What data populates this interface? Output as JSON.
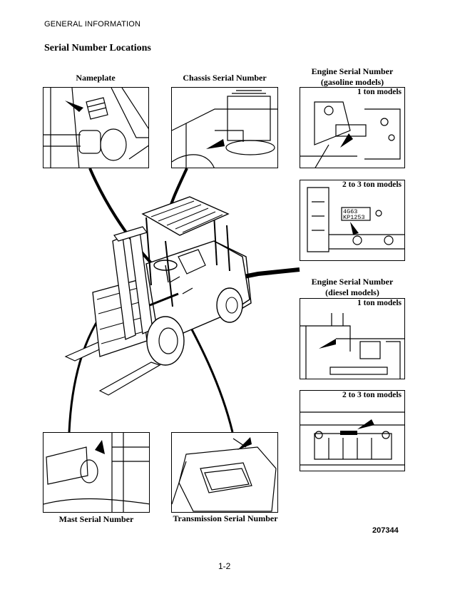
{
  "header": "GENERAL INFORMATION",
  "title": "Serial Number Locations",
  "labels": {
    "nameplate": "Nameplate",
    "chassis": "Chassis Serial Number",
    "engine_gas_line1": "Engine Serial Number",
    "engine_gas_line2": "(gasoline models)",
    "engine_diesel_line1": "Engine Serial Number",
    "engine_diesel_line2": "(diesel models)",
    "mast": "Mast Serial Number",
    "transmission": "Transmission Serial Number"
  },
  "panel_labels": {
    "gas_1ton": "1 ton models",
    "gas_2to3ton": "2 to 3 ton models",
    "diesel_1ton": "1 ton models",
    "diesel_2to3ton": "2 to 3 ton models"
  },
  "plate_text": {
    "line1": "4G63",
    "line2": "KP1253"
  },
  "figure_number": "207344",
  "page_number": "1-2"
}
